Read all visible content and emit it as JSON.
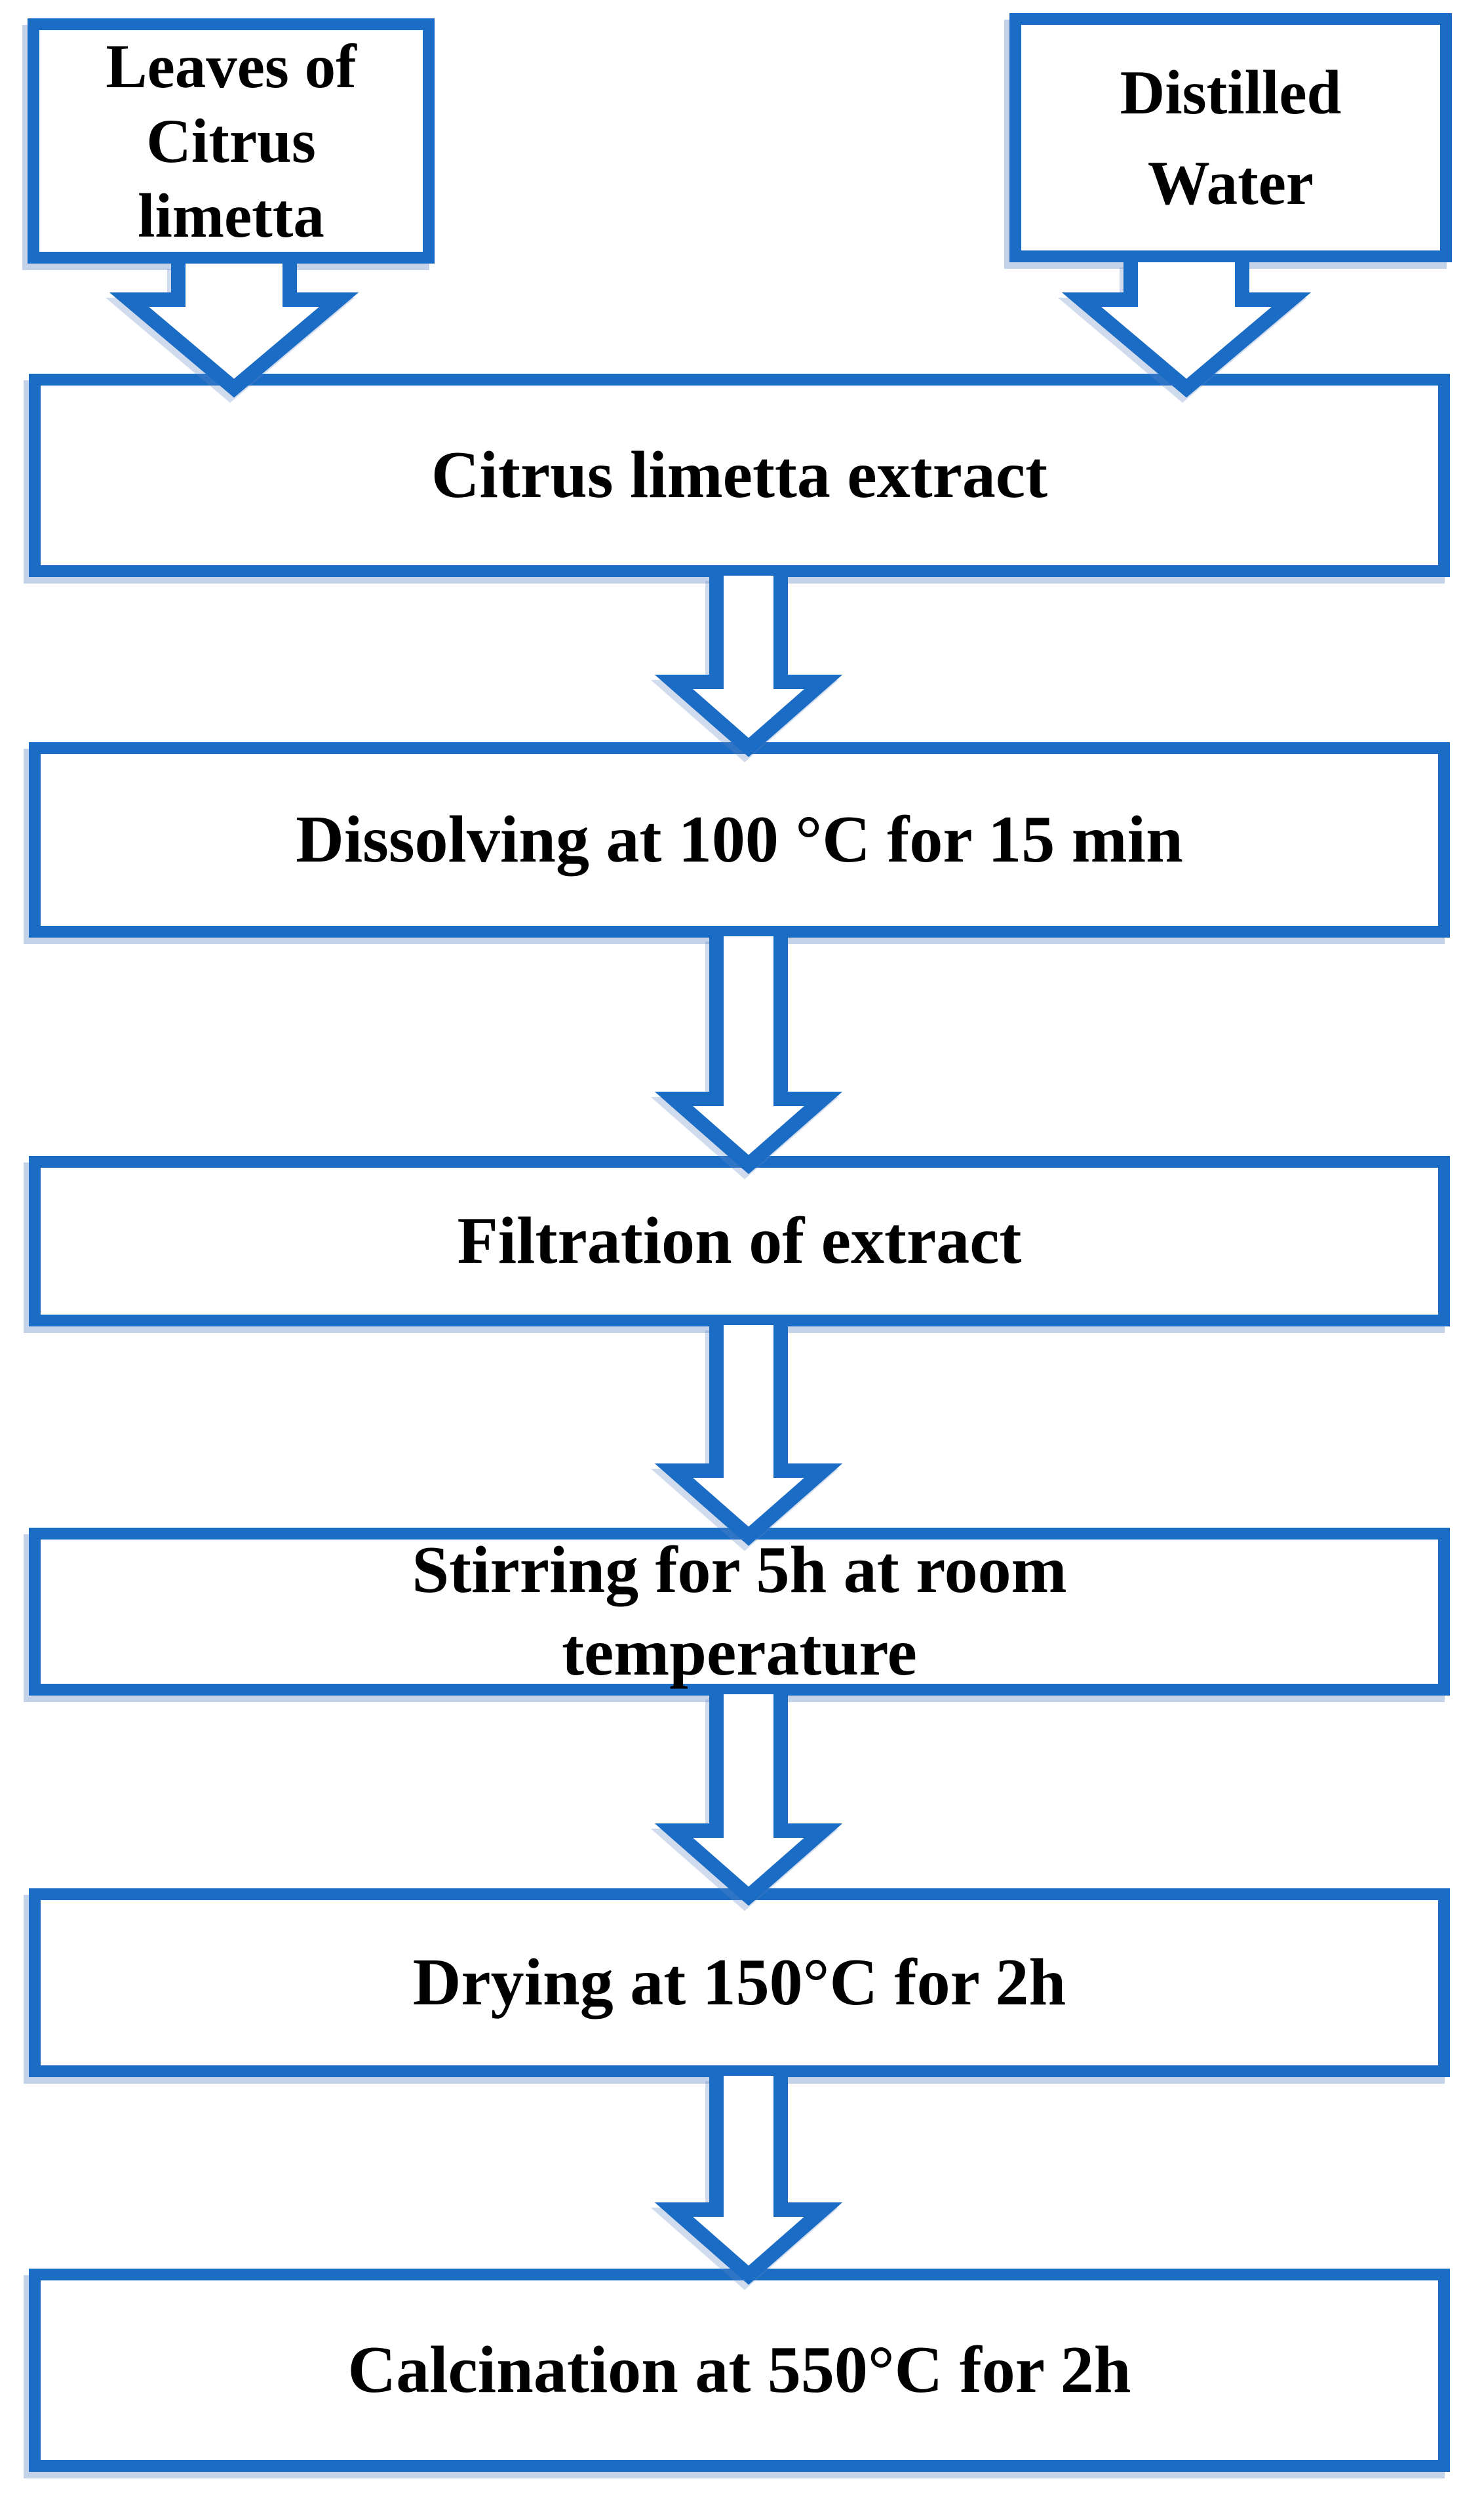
{
  "flowchart": {
    "colors": {
      "outline_blue": "#1B6CC4",
      "text_black": "#000000",
      "background_white": "#FFFFFF"
    },
    "sources": [
      {
        "id": "leaves",
        "lines": [
          "Leaves of",
          "Citrus",
          "limetta"
        ]
      },
      {
        "id": "distilled-water",
        "lines": [
          "Distilled",
          "Water"
        ]
      }
    ],
    "steps": [
      {
        "id": "extract",
        "label": "Citrus limetta extract"
      },
      {
        "id": "dissolving",
        "label": "Dissolving at 100 °C for 15 min"
      },
      {
        "id": "filtration",
        "label": "Filtration of extract"
      },
      {
        "id": "stirring",
        "lines": [
          "Stirring for 5h at room",
          "temperature"
        ]
      },
      {
        "id": "drying",
        "label": "Drying at 150°C for 2h"
      },
      {
        "id": "calcination",
        "label": "Calcination at 550°C for 2h"
      }
    ]
  }
}
